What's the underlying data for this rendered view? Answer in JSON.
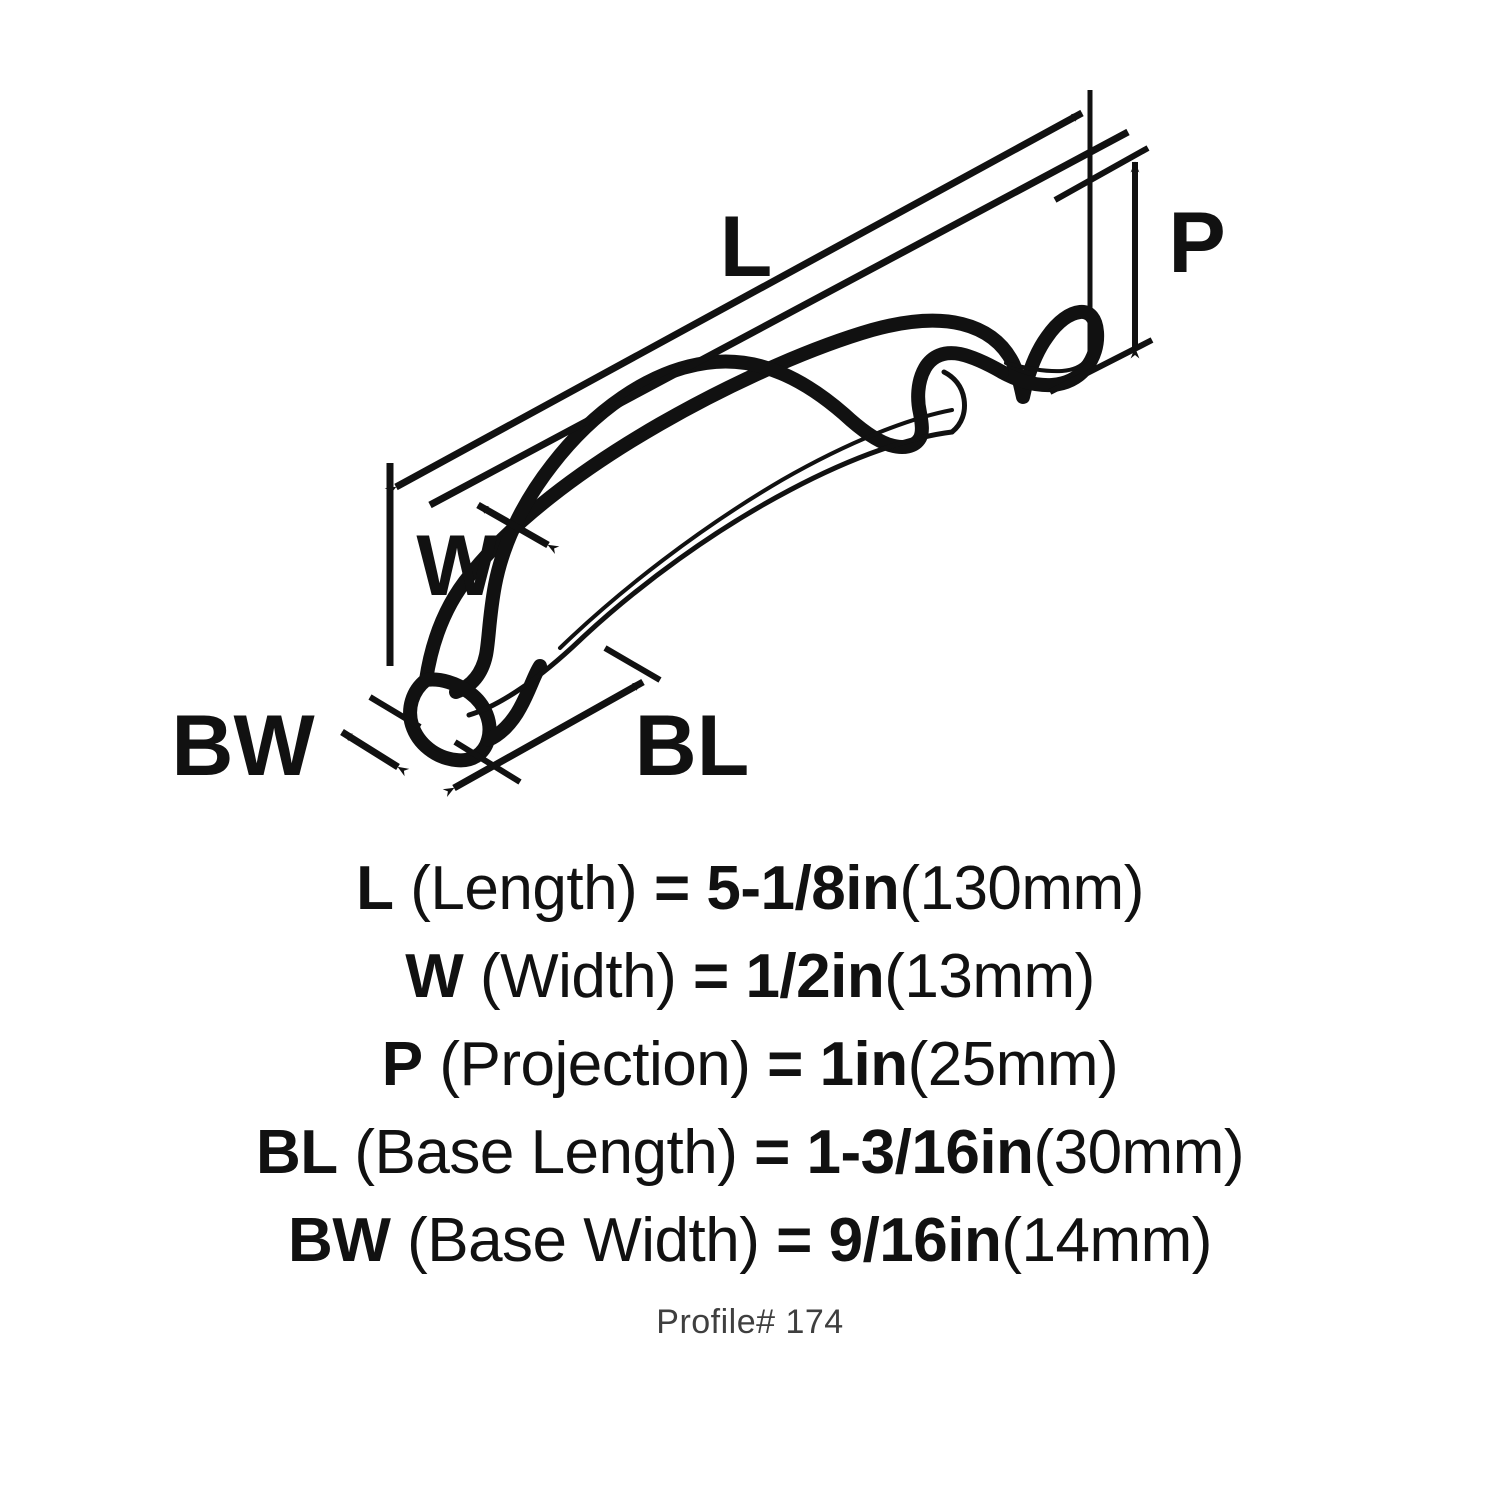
{
  "product_diagram": {
    "type": "cabinet-pull-handle-dimension-drawing",
    "background_color": "#ffffff",
    "line_color": "#111111",
    "dimension_labels": [
      {
        "key": "L",
        "text": "L"
      },
      {
        "key": "W",
        "text": "W"
      },
      {
        "key": "P",
        "text": "P"
      },
      {
        "key": "BL",
        "text": "BL"
      },
      {
        "key": "BW",
        "text": "BW"
      }
    ]
  },
  "specs": [
    {
      "symbol": "L",
      "name": "(Length)",
      "equals": "=",
      "value_in": "5-1/8in",
      "value_mm": "(130mm)"
    },
    {
      "symbol": "W",
      "name": "(Width)",
      "equals": "=",
      "value_in": "1/2in",
      "value_mm": "(13mm)"
    },
    {
      "symbol": "P",
      "name": "(Projection)",
      "equals": "=",
      "value_in": "1in",
      "value_mm": "(25mm)"
    },
    {
      "symbol": "BL",
      "name": "(Base Length)",
      "equals": "=",
      "value_in": "1-3/16in",
      "value_mm": "(30mm)"
    },
    {
      "symbol": "BW",
      "name": "(Base Width)",
      "equals": "=",
      "value_in": "9/16in",
      "value_mm": "(14mm)"
    }
  ],
  "profile": {
    "label": "Profile# 174"
  }
}
